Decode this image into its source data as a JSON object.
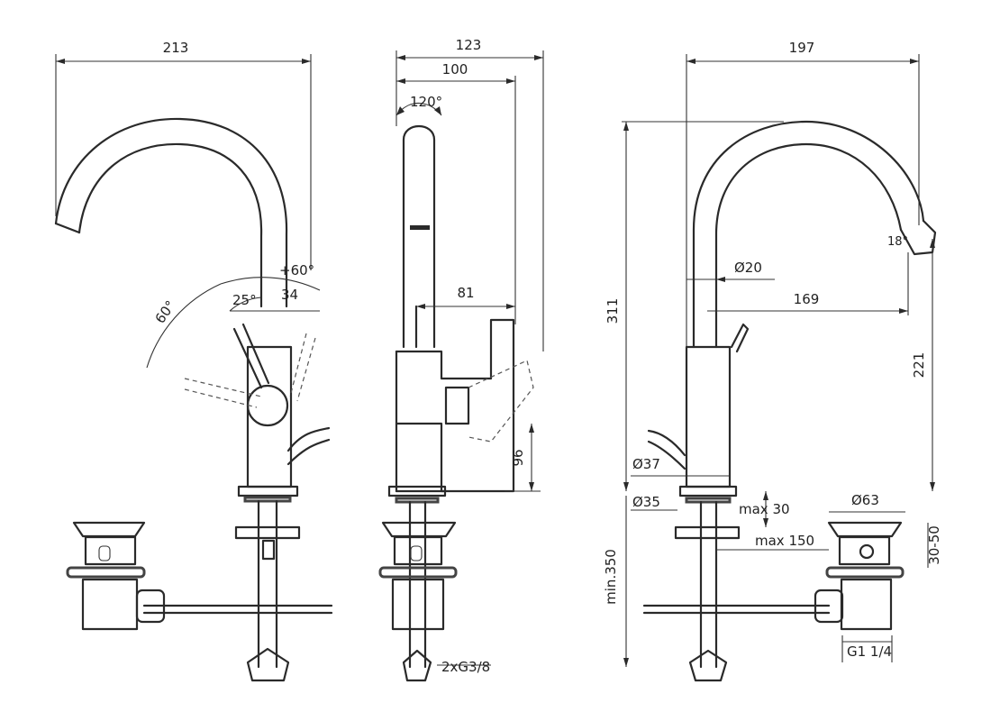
{
  "views": {
    "front": {
      "width_label": "213",
      "angle_total": "60°",
      "angle_right": "+60°",
      "angle_inner": "25°",
      "offset": "34"
    },
    "side": {
      "width_label": "123",
      "depth_label": "100",
      "rotation": "120°",
      "handle_reach": "81",
      "base_height": "96",
      "connection": "2xG3/8"
    },
    "right": {
      "width_label": "197",
      "height_label": "311",
      "spout_angle": "18°",
      "spout_diameter": "Ø20",
      "spout_reach": "169",
      "spout_height": "221",
      "body_diameter": "Ø37",
      "base_diameter": "Ø35",
      "max_thickness": "max 30",
      "max_depth": "max 150",
      "min_length": "min.350",
      "waste_diameter": "Ø63",
      "waste_height": "30-50",
      "waste_thread": "G1 1/4"
    }
  }
}
